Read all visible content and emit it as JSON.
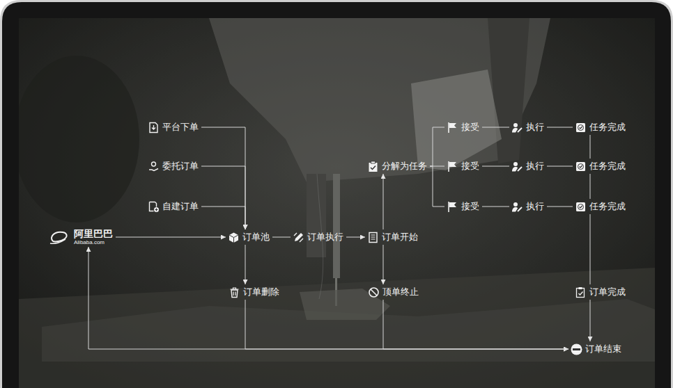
{
  "diagram": {
    "nodes": [
      {
        "text": [
          "平台下单"
        ]
      },
      {
        "text": [
          "委托订单"
        ]
      },
      {
        "text": [
          "自建订单"
        ]
      },
      {
        "text": [
          "阿里巴巴",
          "Alibaba.com"
        ]
      },
      {
        "text": [
          "订单池"
        ]
      },
      {
        "text": [
          "订单执行"
        ]
      },
      {
        "text": [
          "订单开始"
        ]
      },
      {
        "text": [
          "分解为任务"
        ]
      },
      {
        "text": [
          "接受"
        ]
      },
      {
        "text": [
          "执行"
        ]
      },
      {
        "text": [
          "任务完成"
        ]
      },
      {
        "text": [
          "接受"
        ]
      },
      {
        "text": [
          "执行"
        ]
      },
      {
        "text": [
          "任务完成"
        ]
      },
      {
        "text": [
          "接受"
        ]
      },
      {
        "text": [
          "执行"
        ]
      },
      {
        "text": [
          "任务完成"
        ]
      },
      {
        "text": [
          "订单删除"
        ]
      },
      {
        "text": [
          "顶单终止"
        ]
      },
      {
        "text": [
          "订单完成"
        ]
      },
      {
        "text": [
          "订单结束"
        ]
      }
    ],
    "edges": [
      {
        "from": 0,
        "to": 4,
        "arrow": "to"
      },
      {
        "from": 1,
        "to": 4,
        "arrow": "to"
      },
      {
        "from": 2,
        "to": 4,
        "arrow": "to"
      },
      {
        "from": 3,
        "to": 4,
        "arrow": "to"
      },
      {
        "from": 4,
        "to": 5,
        "arrow": "none"
      },
      {
        "from": 5,
        "to": 6,
        "arrow": "to"
      },
      {
        "from": 6,
        "to": 7,
        "arrow": "to"
      },
      {
        "from": 7,
        "to": 8,
        "arrow": "none"
      },
      {
        "from": 7,
        "to": 11,
        "arrow": "none"
      },
      {
        "from": 7,
        "to": 14,
        "arrow": "none"
      },
      {
        "from": 8,
        "to": 9,
        "arrow": "none"
      },
      {
        "from": 9,
        "to": 10,
        "arrow": "none"
      },
      {
        "from": 11,
        "to": 12,
        "arrow": "none"
      },
      {
        "from": 12,
        "to": 13,
        "arrow": "none"
      },
      {
        "from": 14,
        "to": 15,
        "arrow": "none"
      },
      {
        "from": 15,
        "to": 16,
        "arrow": "none"
      },
      {
        "from": 10,
        "to": 13,
        "arrow": "none"
      },
      {
        "from": 13,
        "to": 16,
        "arrow": "none"
      },
      {
        "from": 16,
        "to": 19,
        "arrow": "none"
      },
      {
        "from": 4,
        "to": 17,
        "arrow": "to"
      },
      {
        "from": 6,
        "to": 18,
        "arrow": "to"
      },
      {
        "from": 19,
        "to": 20,
        "arrow": "to"
      },
      {
        "from": 17,
        "to": 20,
        "arrow": "to"
      },
      {
        "from": 18,
        "to": 20,
        "arrow": "to"
      },
      {
        "from": 20,
        "to": 3,
        "arrow": "to"
      }
    ]
  }
}
